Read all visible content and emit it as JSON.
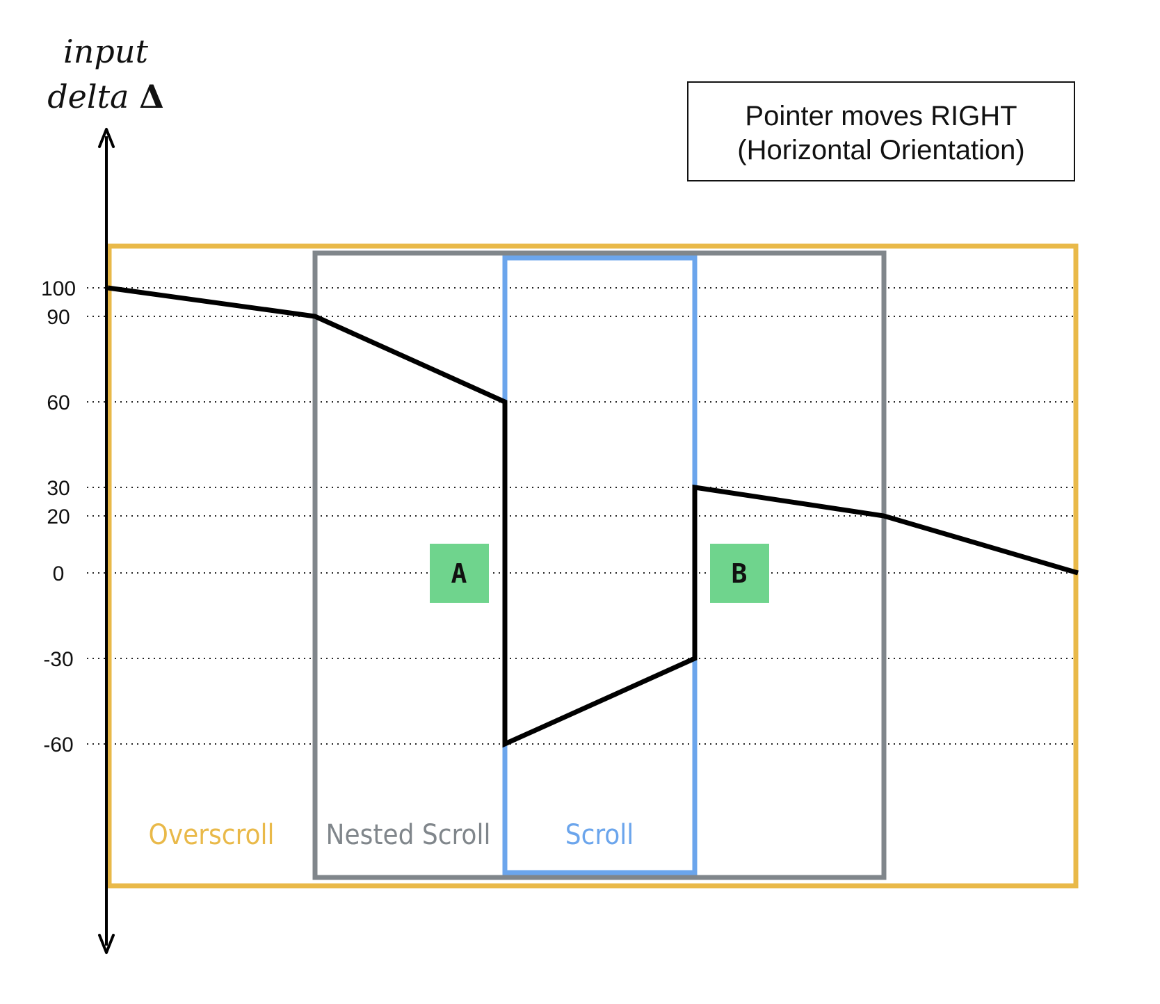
{
  "axis": {
    "label_line1": "input",
    "label_line2": "delta",
    "label_symbol": "Δ"
  },
  "legend": {
    "line1": "Pointer moves RIGHT",
    "line2": "(Horizontal Orientation)"
  },
  "colors": {
    "overscroll": "#E9B949",
    "nested_scroll": "#80868B",
    "scroll": "#6BA5EC",
    "marker_fill": "#6FD48D",
    "curve": "#000000"
  },
  "regions": {
    "overscroll": "Overscroll",
    "nested_scroll": "Nested Scroll",
    "scroll": "Scroll"
  },
  "markers": {
    "a": "A",
    "b": "B"
  },
  "chart_data": {
    "type": "line",
    "y_ticks": [
      {
        "value": 100,
        "label": "100"
      },
      {
        "value": 90,
        "label": "90"
      },
      {
        "value": 60,
        "label": "60"
      },
      {
        "value": 30,
        "label": "30"
      },
      {
        "value": 20,
        "label": "20"
      },
      {
        "value": 0,
        "label": "0"
      },
      {
        "value": -30,
        "label": "-30"
      },
      {
        "value": -60,
        "label": "-60"
      }
    ],
    "series": [
      {
        "points": [
          {
            "boundary": "overscroll-start",
            "y": 100
          },
          {
            "boundary": "nested-start",
            "y": 90
          },
          {
            "boundary": "scroll-start",
            "y": 60
          },
          {
            "boundary": "scroll-start",
            "y": -60
          },
          {
            "boundary": "scroll-end",
            "y": -30
          },
          {
            "boundary": "scroll-end",
            "y": 30
          },
          {
            "boundary": "nested-end",
            "y": 20
          },
          {
            "boundary": "overscroll-end",
            "y": 0
          }
        ]
      }
    ],
    "grid": "dotted horizontal lines at each tick"
  }
}
